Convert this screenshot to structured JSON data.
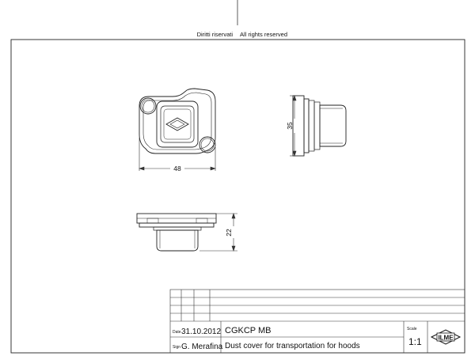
{
  "header": {
    "rights_it": "Diritti riservati",
    "rights_en": "All rights reserved"
  },
  "dimensions": {
    "width": "48",
    "height": "35",
    "depth": "22"
  },
  "title_block": {
    "date_label": "Date",
    "date_value": "31.10.2012",
    "sign_label": "Sign",
    "sign_value": "G. Merafina",
    "part_code": "CGKCP MB",
    "description": "Dust cover for transportation for hoods",
    "scale_label": "Scale",
    "scale_value": "1:1",
    "logo_text": "ILME"
  },
  "colors": {
    "line": "#222222",
    "thin": "#555555"
  }
}
